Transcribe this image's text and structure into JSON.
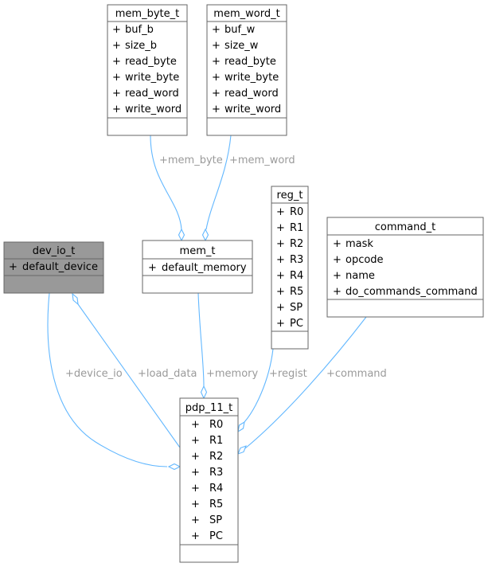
{
  "classes": {
    "mem_byte_t": {
      "name": "mem_byte_t",
      "members": [
        "buf_b",
        "size_b",
        "read_byte",
        "write_byte",
        "read_word",
        "write_word"
      ]
    },
    "mem_word_t": {
      "name": "mem_word_t",
      "members": [
        "buf_w",
        "size_w",
        "read_byte",
        "write_byte",
        "read_word",
        "write_word"
      ]
    },
    "dev_io_t": {
      "name": "dev_io_t",
      "members": [
        "default_device"
      ]
    },
    "mem_t": {
      "name": "mem_t",
      "members": [
        "default_memory"
      ]
    },
    "reg_t": {
      "name": "reg_t",
      "members": [
        "R0",
        "R1",
        "R2",
        "R3",
        "R4",
        "R5",
        "SP",
        "PC"
      ]
    },
    "command_t": {
      "name": "command_t",
      "members": [
        "mask",
        "opcode",
        "name",
        "do_commands_command"
      ]
    },
    "pdp_11_t": {
      "name": "pdp_11_t",
      "members": [
        "R0",
        "R1",
        "R2",
        "R3",
        "R4",
        "R5",
        "SP",
        "PC"
      ]
    }
  },
  "member_marker": "+",
  "edges": {
    "mem_byte": "+mem_byte",
    "mem_word": "+mem_word",
    "device_io": "+device_io",
    "load_data": "+load_data",
    "memory": "+memory",
    "regist": "+regist",
    "command": "+command"
  },
  "colors": {
    "edge": "#63b8ff",
    "edge_label": "#9a9a9a",
    "highlight_class_fill": "#999999",
    "box_border": "#666666"
  }
}
